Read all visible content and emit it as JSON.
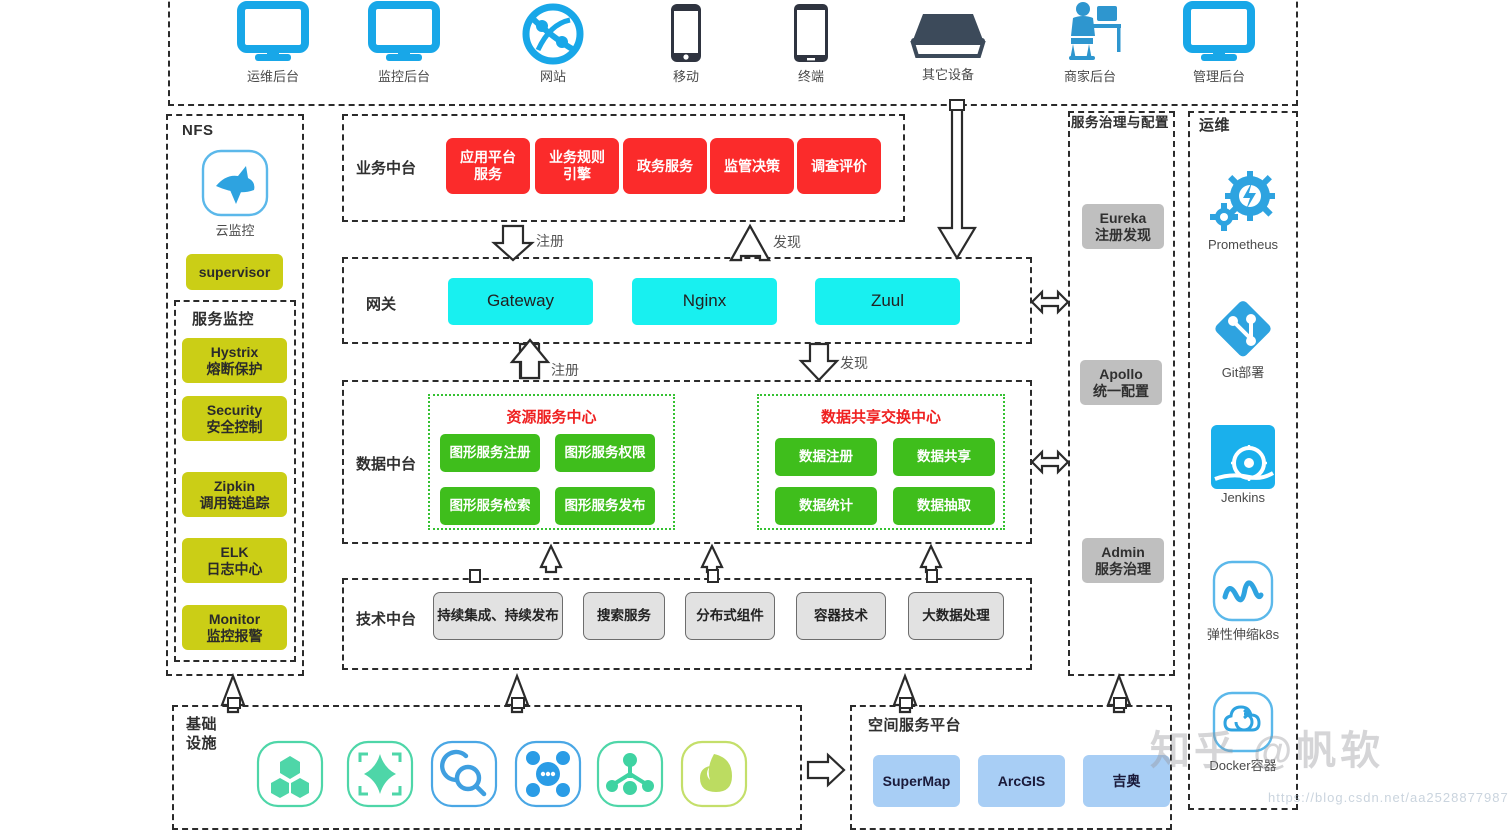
{
  "clients": {
    "items": [
      {
        "label": "运维后台",
        "icon": "monitor-icon"
      },
      {
        "label": "监控后台",
        "icon": "monitor-icon"
      },
      {
        "label": "网站",
        "icon": "globe-network-icon"
      },
      {
        "label": "移动",
        "icon": "mobile-phone-icon"
      },
      {
        "label": "终端",
        "icon": "tablet-icon"
      },
      {
        "label": "其它设备",
        "icon": "laptop-device-icon"
      },
      {
        "label": "商家后台",
        "icon": "person-at-desk-icon"
      },
      {
        "label": "管理后台",
        "icon": "monitor-icon"
      }
    ]
  },
  "nfs": {
    "title": "NFS",
    "cloud_monitor_label": "云监控",
    "cloud_monitor_icon": "cloud-monitor-icon",
    "supervisor_label": "supervisor"
  },
  "service_monitor": {
    "title": "服务监控",
    "items": [
      "Hystrix\n熔断保护",
      "Security\n安全控制",
      "Zipkin\n调用链追踪",
      "ELK\n日志中心",
      "Monitor\n监控报警"
    ]
  },
  "business": {
    "label": "业务中台",
    "items": [
      "应用平台\n服务",
      "业务规则\n引擎",
      "政务服务",
      "监管决策",
      "调查评价"
    ]
  },
  "gateway": {
    "label": "网关",
    "items": [
      "Gateway",
      "Nginx",
      "Zuul"
    ]
  },
  "data_platform": {
    "label": "数据中台",
    "groups": [
      {
        "title": "资源服务中心",
        "items": [
          "图形服务注册",
          "图形服务权限",
          "图形服务检索",
          "图形服务发布"
        ]
      },
      {
        "title": "数据共享交换中心",
        "items": [
          "数据注册",
          "数据共享",
          "数据统计",
          "数据抽取"
        ]
      }
    ]
  },
  "tech_platform": {
    "label": "技术中台",
    "items": [
      "持续集成、持续发布",
      "搜索服务",
      "分布式组件",
      "容器技术",
      "大数据处理"
    ]
  },
  "governance": {
    "title": "服务治理与配置",
    "items": [
      "Eureka\n注册发现",
      "Apollo\n统一配置",
      "Admin\n服务治理"
    ]
  },
  "ops": {
    "title": "运维",
    "items": [
      {
        "label": "Prometheus",
        "icon": "prometheus-gear-icon"
      },
      {
        "label": "Git部署",
        "icon": "git-icon"
      },
      {
        "label": "Jenkins",
        "icon": "jenkins-icon"
      },
      {
        "label": "弹性伸缩k8s",
        "icon": "k8s-elastic-icon"
      },
      {
        "label": "Docker容器",
        "icon": "docker-cloud-icon"
      }
    ]
  },
  "infrastructure": {
    "title": "基础\n设施",
    "icons": [
      "hexagon-cluster-icon",
      "diamond-frame-icon",
      "search-loop-icon",
      "node-network-icon",
      "topology-tree-icon",
      "leaf-sprout-icon"
    ]
  },
  "spatial": {
    "title": "空间服务平台",
    "items": [
      "SuperMap",
      "ArcGIS",
      "吉奥"
    ]
  },
  "arrows": {
    "register_label": "注册",
    "discover_label": "发现"
  },
  "watermark": {
    "text": "知乎 @帆软",
    "url": "https://blog.csdn.net/aa2528877987"
  },
  "colors": {
    "red": "#fb2b2b",
    "cyan": "#18f0f0",
    "green": "#3fbe1c",
    "olive": "#cbce16",
    "grey": "#e2e2e2",
    "slate": "#bfbfbf",
    "blue": "#a8cef5",
    "icon_blue": "#29a8e0",
    "dot_green": "#35c132",
    "dark": "#3c4a5a"
  }
}
